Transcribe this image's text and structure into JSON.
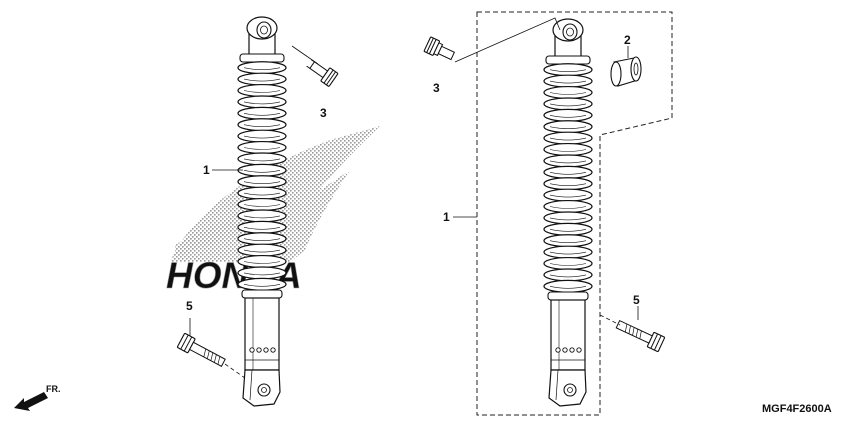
{
  "diagram": {
    "callouts": {
      "left_shock": "1",
      "left_bolt_top": "3",
      "left_bolt_bottom": "5",
      "right_shock": "1",
      "right_bolt_top": "3",
      "bushing": "2",
      "right_bolt_bottom": "5"
    },
    "watermark": "HONDA",
    "direction_label": "FR.",
    "diagram_code": "MGF4F2600A"
  }
}
